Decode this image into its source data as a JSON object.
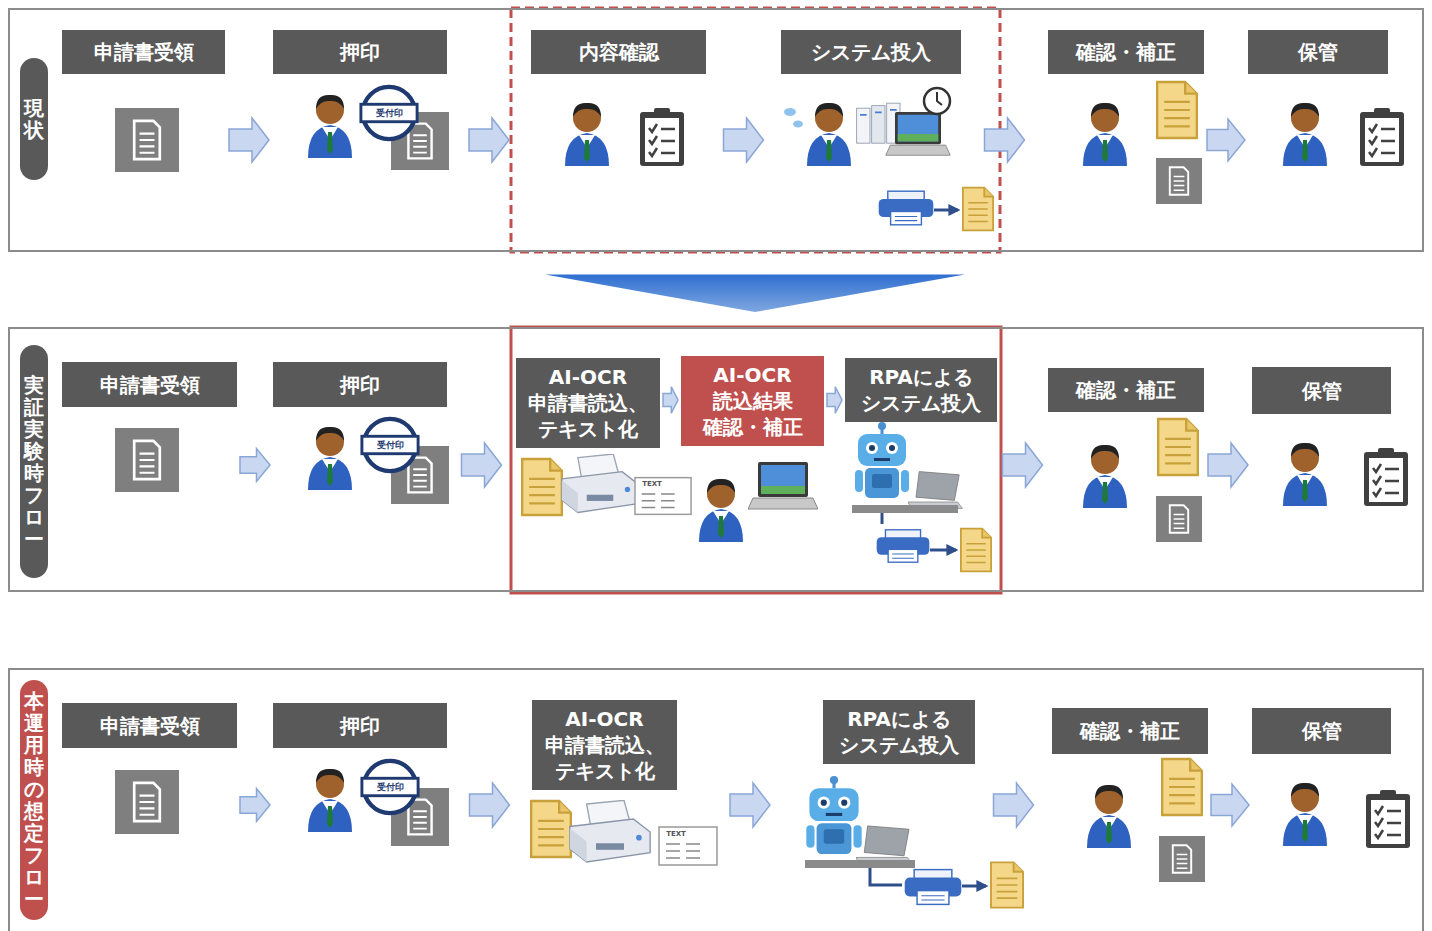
{
  "diagram": {
    "nodes": [
      {
        "text": [
          "現状"
        ]
      },
      {
        "text": [
          "申請書受領"
        ],
        "in": 0
      },
      {
        "text": [
          "押印"
        ],
        "in": 0
      },
      {
        "text": [
          "内容確認"
        ],
        "in": 0
      },
      {
        "text": [
          "システム投入"
        ],
        "in": 0
      },
      {
        "text": [
          "確認・補正"
        ],
        "in": 0
      },
      {
        "text": [
          "保管"
        ],
        "in": 0
      },
      {
        "text": [
          "実証実験時フロー"
        ]
      },
      {
        "text": [
          "申請書受領"
        ],
        "in": 7
      },
      {
        "text": [
          "押印"
        ],
        "in": 7
      },
      {
        "text": [
          "AI-OCR 申請書読込、 テキスト化"
        ],
        "in": 7
      },
      {
        "text": [
          "AI-OCR 読込結果 確認・補正"
        ],
        "in": 7
      },
      {
        "text": [
          "RPAによる システム投入"
        ],
        "in": 7
      },
      {
        "text": [
          "確認・補正"
        ],
        "in": 7
      },
      {
        "text": [
          "保管"
        ],
        "in": 7
      },
      {
        "text": [
          "本運用時の想定フロー"
        ]
      },
      {
        "text": [
          "申請書受領"
        ],
        "in": 15
      },
      {
        "text": [
          "押印"
        ],
        "in": 15
      },
      {
        "text": [
          "AI-OCR 申請書読込、 テキスト化"
        ],
        "in": 15
      },
      {
        "text": [
          "RPAによる システム投入"
        ],
        "in": 15
      },
      {
        "text": [
          "確認・補正"
        ],
        "in": 15
      },
      {
        "text": [
          "保管"
        ],
        "in": 15
      }
    ],
    "edges": [
      {
        "from": 0,
        "to": 7,
        "arrow": "to"
      },
      {
        "from": 1,
        "to": 2,
        "arrow": "to"
      },
      {
        "from": 2,
        "to": 3,
        "arrow": "to"
      },
      {
        "from": 3,
        "to": 4,
        "arrow": "to"
      },
      {
        "from": 4,
        "to": 5,
        "arrow": "to"
      },
      {
        "from": 5,
        "to": 6,
        "arrow": "to"
      },
      {
        "from": 8,
        "to": 9,
        "arrow": "to"
      },
      {
        "from": 9,
        "to": 10,
        "arrow": "to"
      },
      {
        "from": 10,
        "to": 11,
        "arrow": "to"
      },
      {
        "from": 11,
        "to": 12,
        "arrow": "to"
      },
      {
        "from": 12,
        "to": 13,
        "arrow": "to"
      },
      {
        "from": 13,
        "to": 14,
        "arrow": "to"
      },
      {
        "from": 16,
        "to": 17,
        "arrow": "to"
      },
      {
        "from": 17,
        "to": 18,
        "arrow": "to"
      },
      {
        "from": 18,
        "to": 19,
        "arrow": "to"
      },
      {
        "from": 19,
        "to": 20,
        "arrow": "to"
      },
      {
        "from": 20,
        "to": 21,
        "arrow": "to"
      }
    ],
    "labels": [
      "受付印",
      "受付印",
      "TEXT",
      "受付印",
      "TEXT"
    ]
  }
}
